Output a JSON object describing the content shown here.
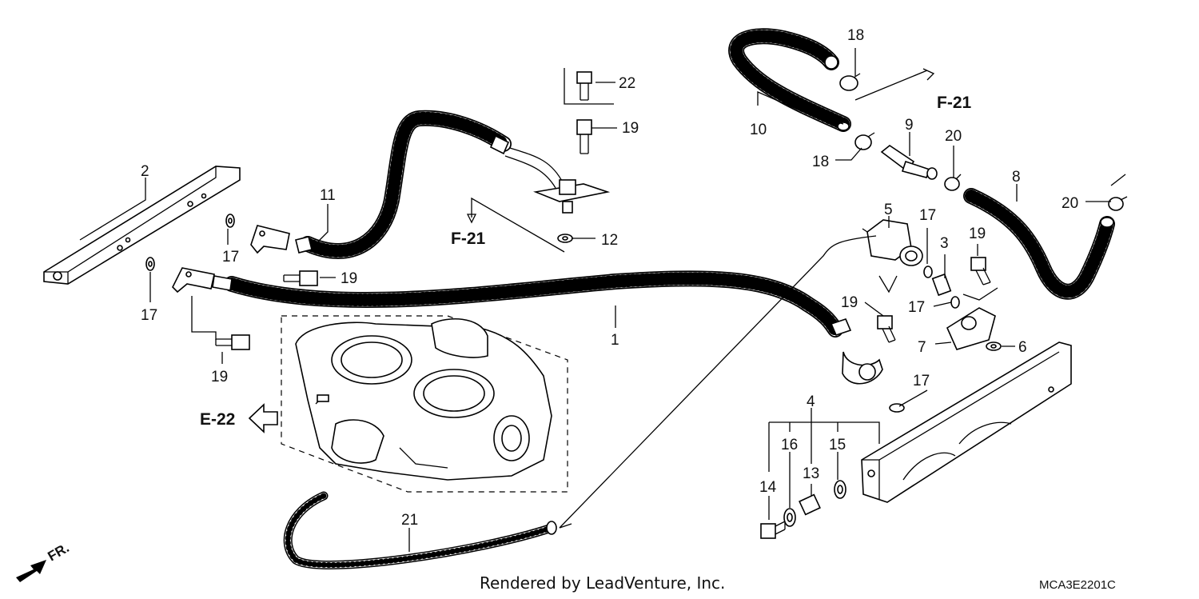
{
  "diagram": {
    "callouts": [
      "1",
      "2",
      "3",
      "4",
      "5",
      "6",
      "7",
      "8",
      "9",
      "10",
      "11",
      "12",
      "13",
      "14",
      "15",
      "16",
      "17",
      "17",
      "17",
      "17",
      "17",
      "18",
      "18",
      "19",
      "19",
      "19",
      "19",
      "19",
      "20",
      "20",
      "21",
      "22"
    ],
    "references": [
      "F-21",
      "F-21",
      "E-22"
    ],
    "front_indicator": "FR.",
    "credit": "Rendered by LeadVenture, Inc.",
    "diagram_code": "MCA3E2201C"
  }
}
